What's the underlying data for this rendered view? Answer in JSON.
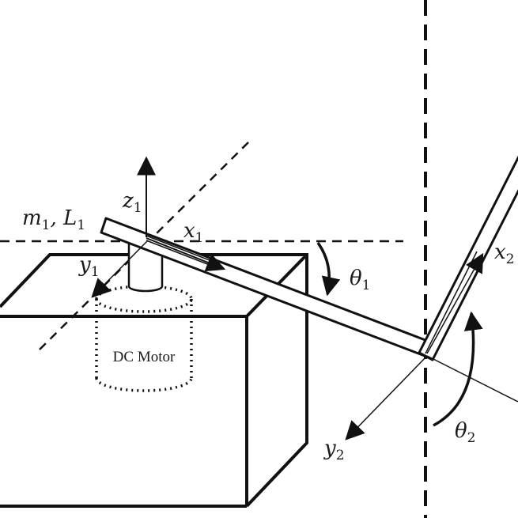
{
  "labels": {
    "link1": {
      "base": "m",
      "sub1": "1",
      "sep": ", L",
      "sub2": "1"
    },
    "z1": {
      "base": "z",
      "sub": "1"
    },
    "x1": {
      "base": "x",
      "sub": "1"
    },
    "y1": {
      "base": "y",
      "sub": "1"
    },
    "theta1": {
      "base": "θ",
      "sub": "1"
    },
    "x2": {
      "base": "x",
      "sub": "2"
    },
    "y2": {
      "base": "y",
      "sub": "2"
    },
    "theta2": {
      "base": "θ",
      "sub": "2"
    }
  },
  "motor_label": "DC Motor"
}
